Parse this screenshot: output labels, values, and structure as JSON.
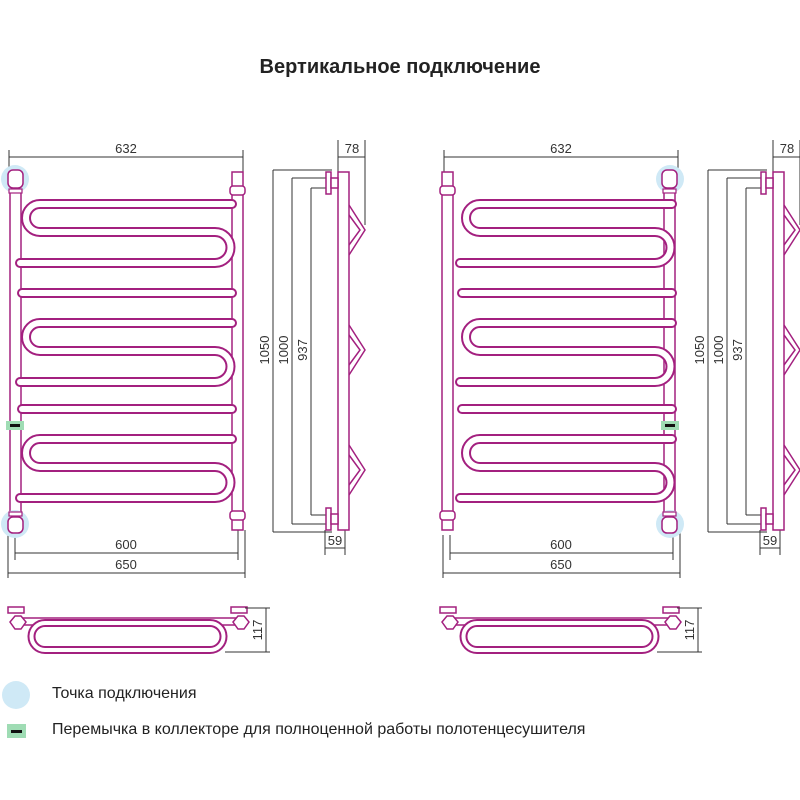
{
  "title": "Вертикальное подключение",
  "colors": {
    "pipe": "#a3207f",
    "connection_point": "#cfe9f6",
    "jumper": "#9fdcb4"
  },
  "diagrams": [
    {
      "width_top": "632",
      "axis_width": "600",
      "overall_width": "650",
      "height_overall": "1050",
      "height_axis": "1000",
      "height_inner": "937",
      "depth": "78",
      "wall_offset": "59",
      "depth_bottom": "117"
    },
    {
      "width_top": "632",
      "axis_width": "600",
      "overall_width": "650",
      "height_overall": "1050",
      "height_axis": "1000",
      "height_inner": "937",
      "depth": "78",
      "wall_offset": "59",
      "depth_bottom": "117"
    }
  ],
  "legend": {
    "connection_point": "Точка подключения",
    "jumper": "Перемычка в коллекторе для полноценной работы полотенцесушителя"
  }
}
